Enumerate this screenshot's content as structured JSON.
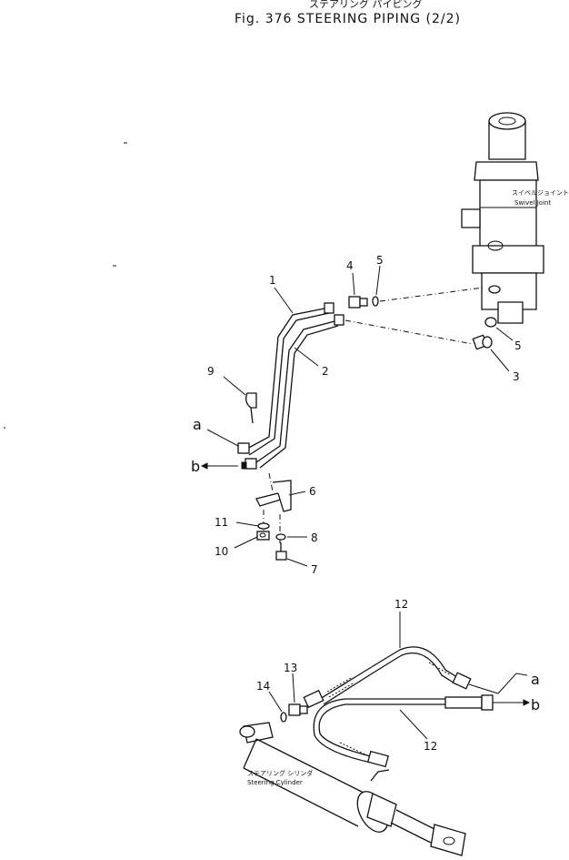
{
  "title": {
    "japanese": "ステアリング パイピング",
    "english": "Fig. 376   STEERING  PIPING (2/2)"
  },
  "components": {
    "swivel_joint_jp": "スイベルジョイント",
    "swivel_joint_en": "Swivel Joint",
    "steering_cylinder_jp": "ステアリング シリンダ",
    "steering_cylinder_en": "Steering Cylinder"
  },
  "callouts": {
    "n1": "1",
    "n2": "2",
    "n3": "3",
    "n4": "4",
    "n5a": "5",
    "n5b": "5",
    "n6": "6",
    "n7": "7",
    "n8": "8",
    "n9": "9",
    "n10": "10",
    "n11": "11",
    "n12a": "12",
    "n12b": "12",
    "n13": "13",
    "n14": "14",
    "a_top": "a",
    "b_top": "b",
    "a_bottom": "a",
    "b_bottom": "b"
  }
}
